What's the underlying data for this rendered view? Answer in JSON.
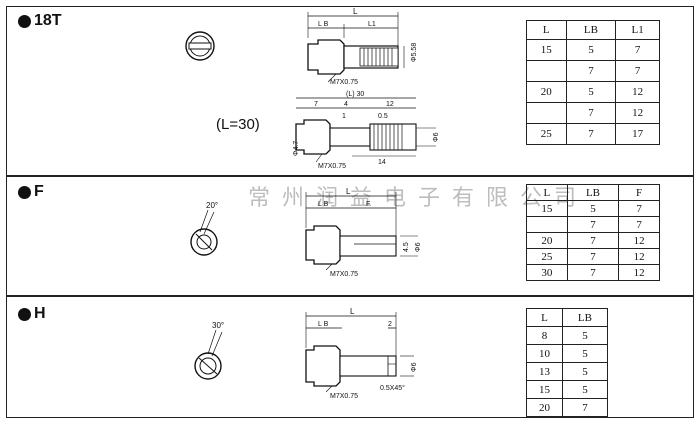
{
  "watermark": "常州润益电子有限公司",
  "sections": {
    "s18t": {
      "title": "18T",
      "note": "(L=30)",
      "dims_top": {
        "L": "L",
        "Lb": "L B",
        "L1": "L1",
        "thread": "M7X0.75",
        "dia": "Φ5.58"
      },
      "dims_bottom": {
        "total": "(L) 30",
        "d7": "7",
        "d4": "4",
        "d12": "12",
        "d05": "0.5",
        "d1": "1",
        "d14": "14",
        "d47": "Φ4.7",
        "d6": "Φ6",
        "thread": "M7X0.75"
      },
      "table": {
        "headers": [
          "L",
          "LB",
          "L1"
        ],
        "rows": [
          [
            "15",
            "5",
            "7"
          ],
          [
            "",
            "7",
            "7"
          ],
          [
            "20",
            "5",
            "12"
          ],
          [
            "",
            "7",
            "12"
          ],
          [
            "25",
            "7",
            "17"
          ]
        ]
      }
    },
    "sf": {
      "title": "F",
      "dims": {
        "angle": "20°",
        "L": "L",
        "Lb": "L B",
        "F": "F",
        "d45": "4.5",
        "d6": "Φ6",
        "thread": "M7X0.75"
      },
      "table": {
        "headers": [
          "L",
          "LB",
          "F"
        ],
        "rows": [
          [
            "15",
            "5",
            "7"
          ],
          [
            "",
            "7",
            "7"
          ],
          [
            "20",
            "7",
            "12"
          ],
          [
            "25",
            "7",
            "12"
          ],
          [
            "30",
            "7",
            "12"
          ]
        ]
      }
    },
    "sh": {
      "title": "H",
      "dims": {
        "angle": "30°",
        "L": "L",
        "Lb": "L B",
        "d2": "2",
        "d6": "Φ6",
        "chamfer": "0.5X45°",
        "thread": "M7X0.75"
      },
      "table": {
        "headers": [
          "L",
          "LB"
        ],
        "rows": [
          [
            "8",
            "5"
          ],
          [
            "10",
            "5"
          ],
          [
            "13",
            "5"
          ],
          [
            "15",
            "5"
          ],
          [
            "20",
            "7"
          ]
        ]
      }
    }
  }
}
